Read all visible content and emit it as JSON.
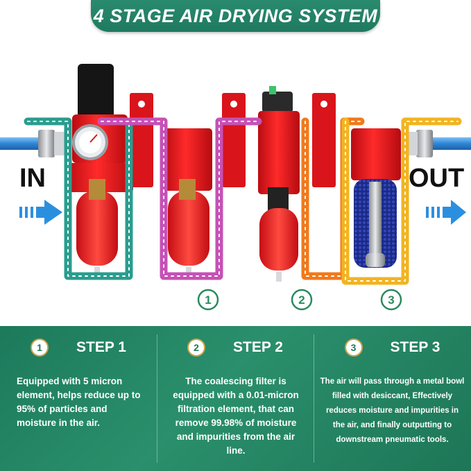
{
  "title": "4 STAGE AIR DRYING SYSTEM",
  "labels": {
    "in": "IN",
    "out": "OUT"
  },
  "markers": [
    "1",
    "2",
    "3"
  ],
  "steps": [
    {
      "number": "1",
      "title": "STEP 1",
      "description": "Equipped with 5 micron element, helps reduce up to 95% of particles and moisture in the air."
    },
    {
      "number": "2",
      "title": "STEP 2",
      "description": "The coalescing filter is equipped with a 0.01-micron filtration element, that can remove 99.98% of moisture and impurities from the air line."
    },
    {
      "number": "3",
      "title": "STEP 3",
      "description": "The air will pass through a metal bowl filled with desiccant, Effectively reduces moisture and impurities in the air, and finally outputting to downstream pneumatic tools."
    }
  ],
  "colors": {
    "banner": "#1f7a5f",
    "cards": "#1c7a5b",
    "unit_red": "#e8141b",
    "bracket_red": "#d9141b",
    "path_stage1": "#2a9d8f",
    "path_stage2": "#c651b6",
    "path_stage3": "#f07a1c",
    "path_stage4": "#f2b420",
    "tube_blue": "#3a8fd8",
    "arrow_blue": "#2b8fe0",
    "desiccant": "#1f2f8a"
  },
  "icons": [
    "gauge-icon",
    "flow-arrow-icon",
    "step-number-icon"
  ]
}
